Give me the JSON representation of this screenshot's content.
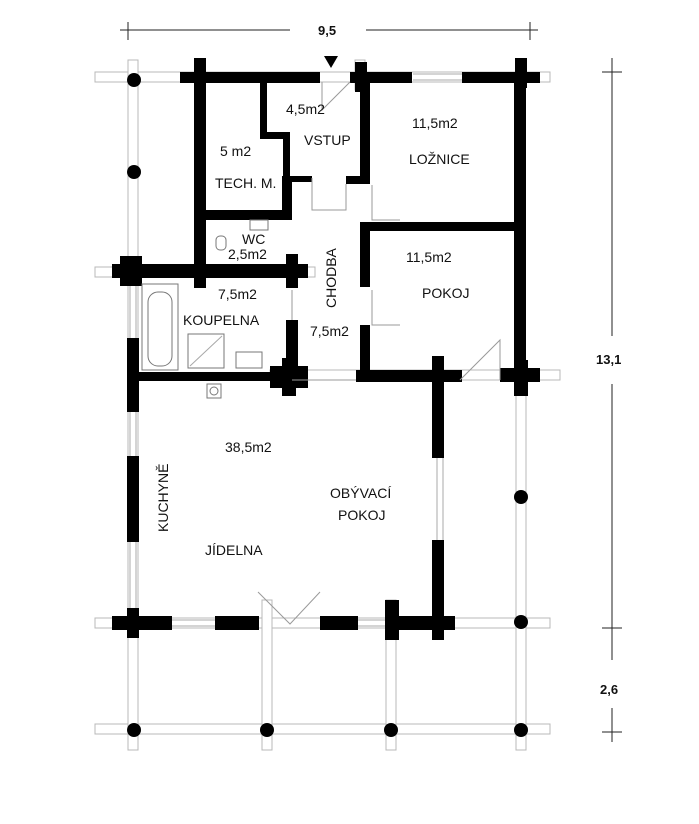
{
  "dimensions": {
    "width": "9,5",
    "height": "13,1",
    "terrace": "2,6"
  },
  "rooms": {
    "vstup": {
      "area": "4,5m2",
      "name": "VSTUP"
    },
    "tech": {
      "area": "5 m2",
      "name": "TECH. M."
    },
    "loznice": {
      "area": "11,5m2",
      "name": "LOŽNICE"
    },
    "wc": {
      "area": "2,5m2",
      "name": "WC"
    },
    "pokoj": {
      "area": "11,5m2",
      "name": "POKOJ"
    },
    "chodba": {
      "area": "7,5m2",
      "name": "CHODBA"
    },
    "koupelna": {
      "area": "7,5m2",
      "name": "KOUPELNA"
    },
    "living": {
      "area": "38,5m2",
      "name_line1": "OBÝVACÍ",
      "name_line2": "POKOJ"
    },
    "kuchyne": {
      "name": "KUCHYNĚ"
    },
    "jidelna": {
      "name": "JÍDELNA"
    }
  },
  "colors": {
    "wall": "#000000",
    "grid": "#b8b8b8",
    "text": "#111111"
  }
}
